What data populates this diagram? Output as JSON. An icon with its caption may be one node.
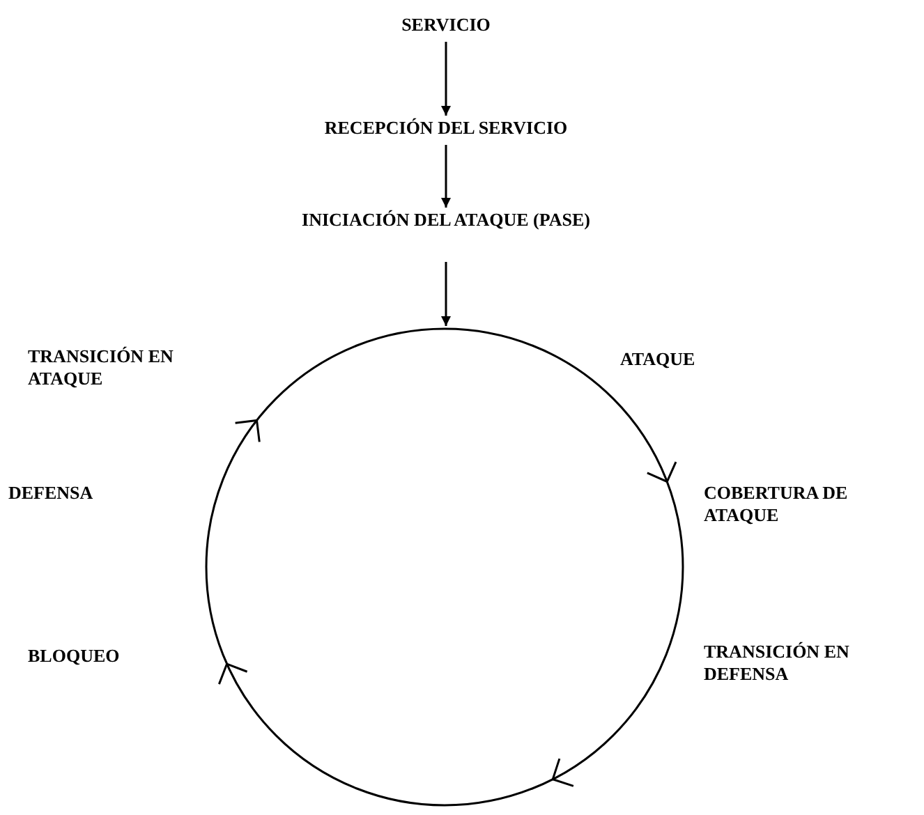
{
  "diagram": {
    "nodes": [
      {
        "text": [
          "SERVICIO"
        ]
      },
      {
        "text": [
          "RECEPCIÓN DEL SERVICIO"
        ]
      },
      {
        "text": [
          "INICIACIÓN DEL ATAQUE (PASE)"
        ]
      },
      {
        "text": [],
        "shape": "circle"
      }
    ],
    "edges": [
      {
        "from": 0,
        "to": 1,
        "arrow": "to"
      },
      {
        "from": 1,
        "to": 2,
        "arrow": "to"
      },
      {
        "from": 2,
        "to": 3,
        "arrow": "to"
      }
    ],
    "labels": [
      "TRANSICIÓN EN ATAQUE",
      "ATAQUE",
      "DEFENSA",
      "COBERTURA DE ATAQUE",
      "BLOQUEO",
      "TRANSICIÓN EN DEFENSA"
    ]
  }
}
